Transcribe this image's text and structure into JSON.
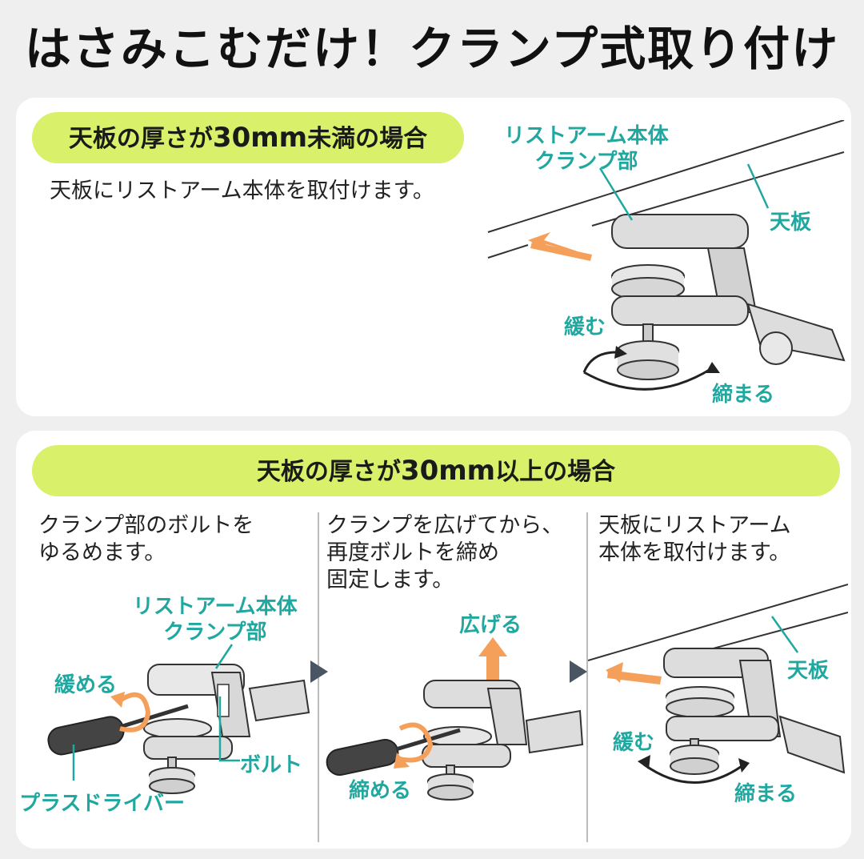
{
  "title": "はさみこむだけ！クランプ式取り付け",
  "section1": {
    "heading_pre": "天板の厚さが",
    "heading_num": "30mm",
    "heading_post": "未満の場合",
    "description": "天板にリストアーム本体を取付けます。",
    "labels": {
      "clamp_line1": "リストアーム本体",
      "clamp_line2": "クランプ部",
      "tabletop": "天板",
      "loosen": "緩む",
      "tighten": "締まる"
    }
  },
  "section2": {
    "heading_pre": "天板の厚さが",
    "heading_num": "30mm",
    "heading_post": "以上の場合",
    "steps": [
      {
        "text_line1": "クランプ部のボルトを",
        "text_line2": "ゆるめます。",
        "labels": {
          "clamp_line1": "リストアーム本体",
          "clamp_line2": "クランプ部",
          "loosen": "緩める",
          "bolt": "ボルト",
          "screwdriver": "プラスドライバー"
        }
      },
      {
        "text_line1": "クランプを広げてから、",
        "text_line2": "再度ボルトを締め",
        "text_line3": "固定します。",
        "labels": {
          "widen": "広げる",
          "tighten": "締める"
        }
      },
      {
        "text_line1": "天板にリストアーム",
        "text_line2": "本体を取付けます。",
        "labels": {
          "tabletop": "天板",
          "loosen": "緩む",
          "tighten": "締まる"
        }
      }
    ]
  },
  "colors": {
    "accent_teal": "#20a8a0",
    "pill_green": "#d8f06a",
    "arrow_orange": "#f5a05a",
    "step_arrow": "#4a5563"
  }
}
